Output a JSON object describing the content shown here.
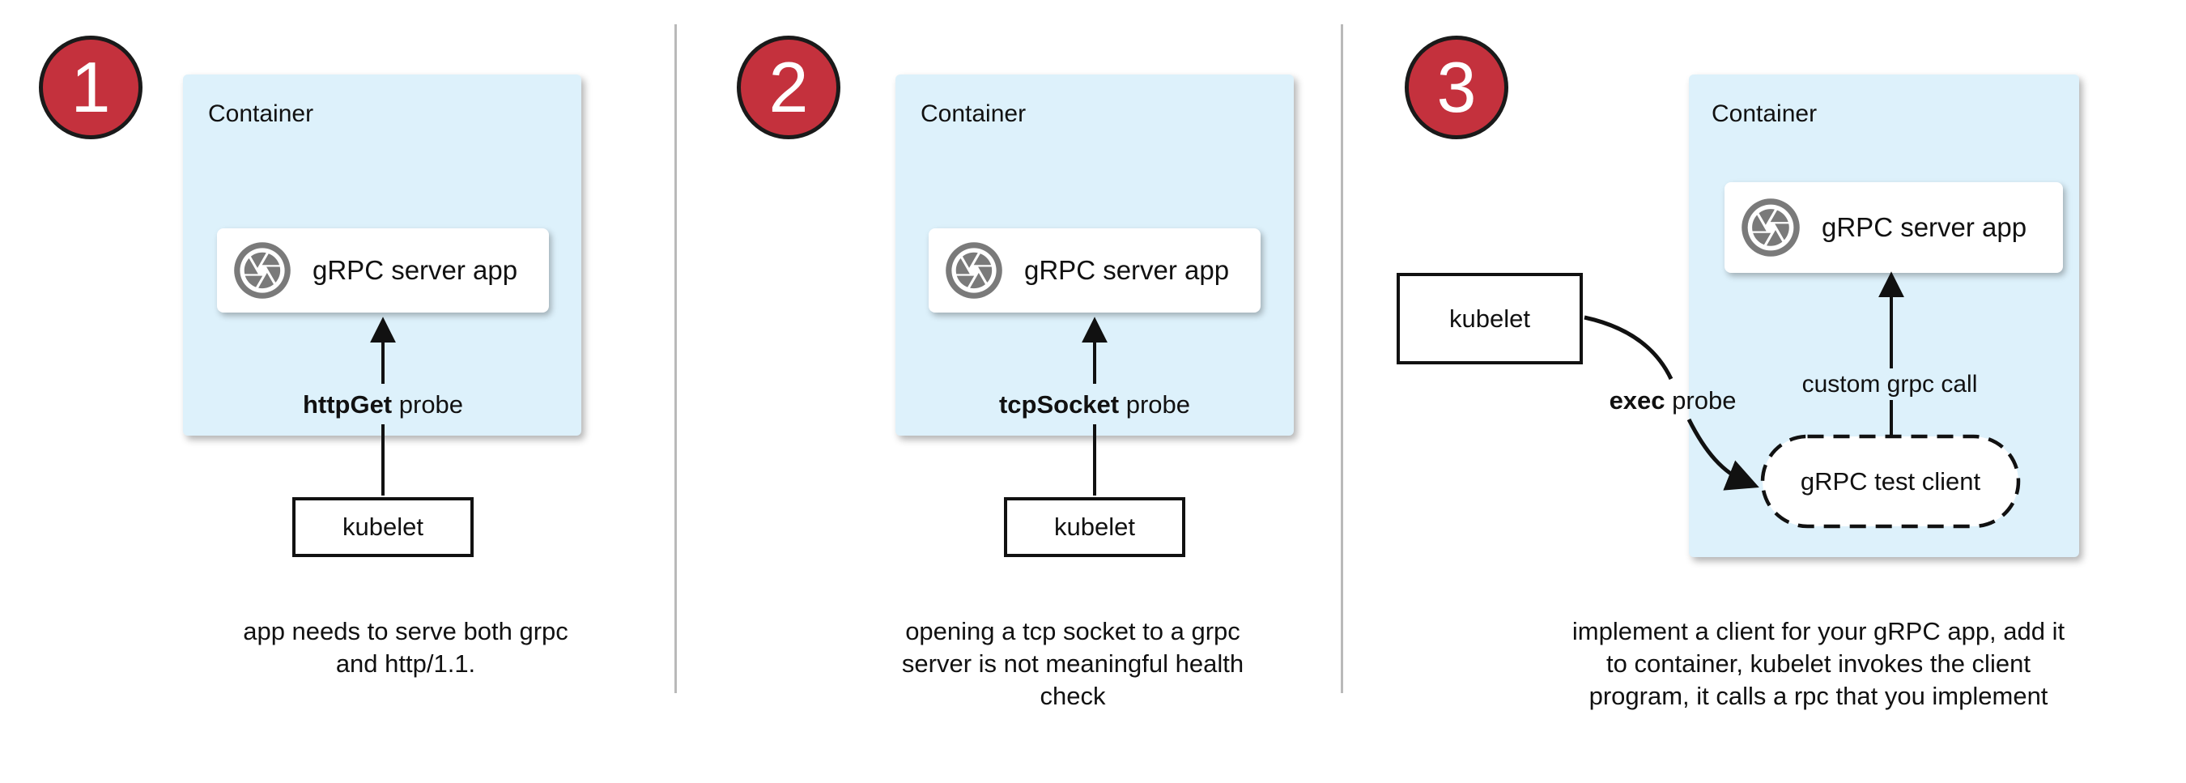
{
  "colors": {
    "badge_red": "#c4313d",
    "container_blue": "#ddf1fb",
    "icon_gray": "#7a7a7a",
    "divider_gray": "#b9b9b9",
    "line_black": "#111111"
  },
  "panels": [
    {
      "badge": "1",
      "container_label": "Container",
      "app_box": {
        "icon": "camera-aperture-icon",
        "label": "gRPC server app"
      },
      "probe": {
        "bold": "httpGet",
        "rest": " probe"
      },
      "kubelet_label": "kubelet",
      "caption_lines": [
        "app needs to serve both grpc",
        "and http/1.1."
      ]
    },
    {
      "badge": "2",
      "container_label": "Container",
      "app_box": {
        "icon": "camera-aperture-icon",
        "label": "gRPC server app"
      },
      "probe": {
        "bold": "tcpSocket",
        "rest": " probe"
      },
      "kubelet_label": "kubelet",
      "caption_lines": [
        "opening a tcp socket to a grpc",
        "server is not meaningful health",
        "check"
      ]
    },
    {
      "badge": "3",
      "container_label": "Container",
      "app_box": {
        "icon": "camera-aperture-icon",
        "label": "gRPC server app"
      },
      "kubelet_label": "kubelet",
      "exec_probe": {
        "bold": "exec",
        "rest": " probe"
      },
      "custom_call_label": "custom grpc call",
      "test_client_label": "gRPC test client",
      "caption_lines": [
        "implement a client for your gRPC app, add it",
        "to container, kubelet invokes the client",
        "program, it calls a rpc that you implement"
      ]
    }
  ]
}
